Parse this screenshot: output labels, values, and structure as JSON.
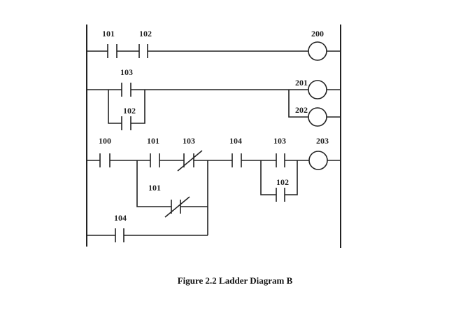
{
  "figure": {
    "caption": "Figure 2.2 Ladder Diagram B",
    "rung1": {
      "contacts": [
        "101",
        "102"
      ],
      "coil": "200"
    },
    "rung2": {
      "contact": "103",
      "parallel_contact": "102",
      "coils": [
        "201",
        "202"
      ]
    },
    "rung3": {
      "contact_start": "100",
      "series_a": [
        "101",
        "103"
      ],
      "branch_nc": "101",
      "bottom_branch": "104",
      "contact_mid": "104",
      "contact_out": "103",
      "parallel_out": "102",
      "coil": "203"
    }
  }
}
